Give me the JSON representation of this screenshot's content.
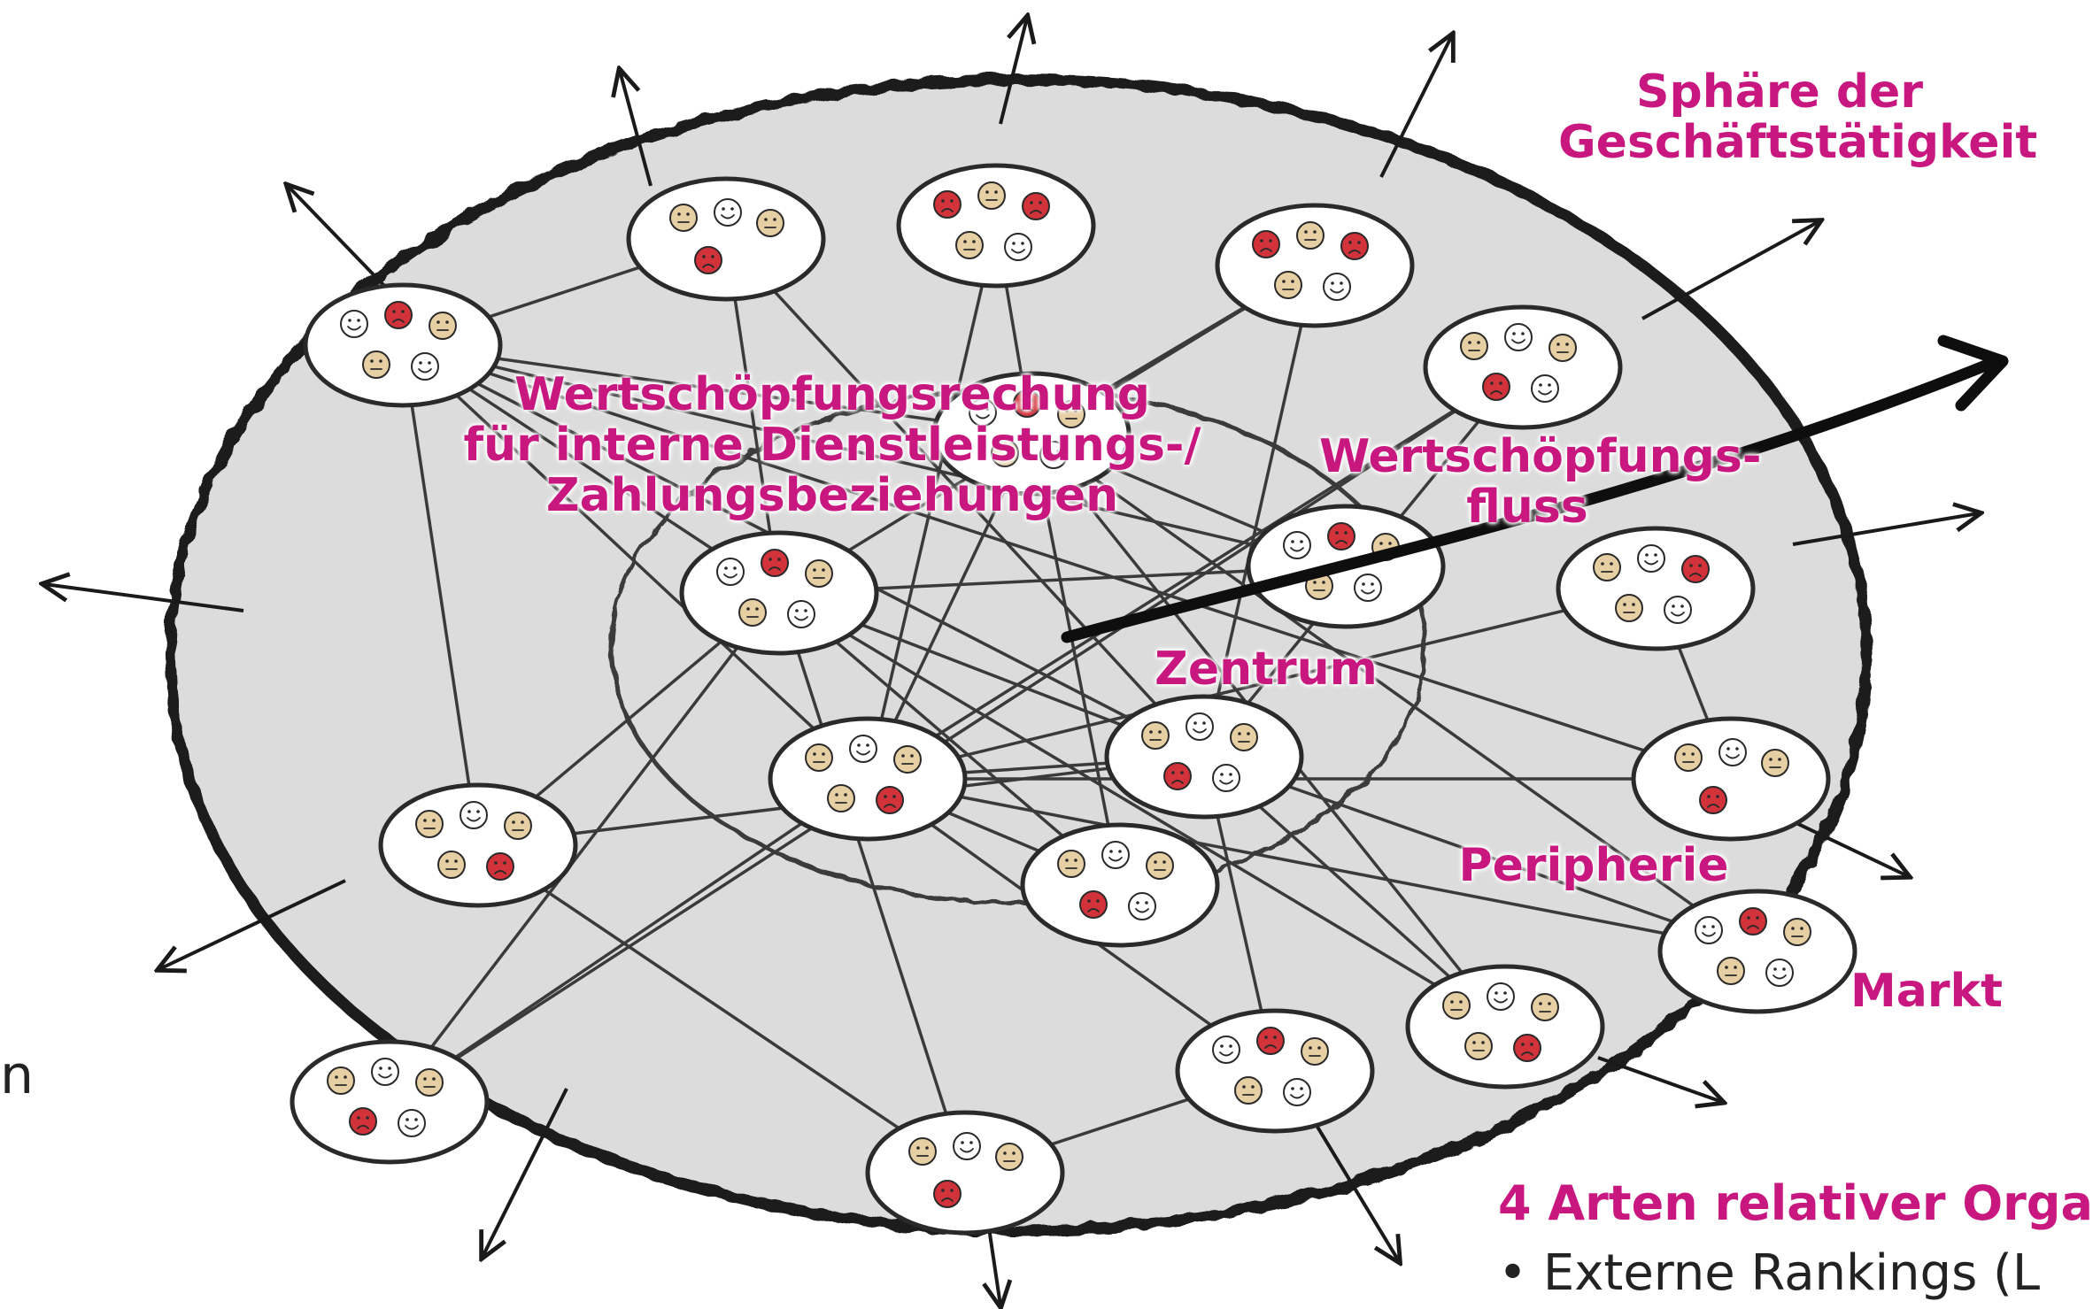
{
  "labels": {
    "sphere_line1": "Sphäre der",
    "sphere_line2": "Geschäftstätigkeit",
    "wsr_line1": "Wertschöpfungsrechung",
    "wsr_line2": "für interne Dienstleistungs-/",
    "wsr_line3": "Zahlungsbeziehungen",
    "flow_line1": "Wertschöpfungs-",
    "flow_line2": "fluss",
    "center": "Zentrum",
    "periphery": "Peripherie",
    "market": "Markt",
    "types_heading": "4 Arten relativer Orga",
    "bullet_1": "• Externe Rankings (L",
    "left_edge_fragment": "n"
  },
  "colors": {
    "accent": "#c8177f",
    "disk_fill": "#dcdcdc",
    "outline": "#1a1a1a",
    "face_tan": "#e7cfa4",
    "face_red": "#d2323a",
    "face_white": "#ffffff"
  },
  "diagram": {
    "groups": [
      {
        "id": "g1",
        "faces": [
          "tan",
          "white",
          "tan",
          "red"
        ]
      },
      {
        "id": "g2",
        "faces": [
          "red",
          "tan",
          "red",
          "tan",
          "white"
        ]
      },
      {
        "id": "g3",
        "faces": [
          "red",
          "tan",
          "red",
          "tan",
          "white"
        ]
      },
      {
        "id": "g4",
        "faces": [
          "white",
          "red",
          "tan",
          "tan",
          "white"
        ]
      },
      {
        "id": "g5",
        "faces": [
          "white",
          "red",
          "tan",
          "tan",
          "white"
        ]
      },
      {
        "id": "g6",
        "faces": [
          "tan",
          "white",
          "tan",
          "red",
          "white"
        ]
      },
      {
        "id": "g7",
        "faces": [
          "white",
          "red",
          "tan",
          "tan",
          "white"
        ]
      },
      {
        "id": "g8",
        "faces": [
          "tan",
          "white",
          "red",
          "tan",
          "white"
        ]
      },
      {
        "id": "g9",
        "faces": [
          "tan",
          "white",
          "tan",
          "red"
        ]
      },
      {
        "id": "g10",
        "faces": [
          "tan",
          "white",
          "tan",
          "red",
          "white"
        ]
      },
      {
        "id": "g11",
        "faces": [
          "white",
          "red",
          "tan",
          "tan",
          "white"
        ]
      },
      {
        "id": "g12",
        "faces": [
          "tan",
          "white",
          "tan",
          "tan",
          "red"
        ]
      },
      {
        "id": "g13",
        "faces": [
          "white",
          "red",
          "tan",
          "tan",
          "white"
        ]
      },
      {
        "id": "g14",
        "faces": [
          "tan",
          "white",
          "tan",
          "tan",
          "red"
        ]
      },
      {
        "id": "g15",
        "faces": [
          "tan",
          "white",
          "tan",
          "red",
          "white"
        ]
      },
      {
        "id": "g16",
        "faces": [
          "white",
          "red",
          "tan",
          "tan",
          "white"
        ]
      },
      {
        "id": "g17",
        "faces": [
          "tan",
          "white",
          "tan",
          "tan",
          "red"
        ]
      },
      {
        "id": "g18",
        "faces": [
          "tan",
          "white",
          "tan",
          "red",
          "white"
        ]
      },
      {
        "id": "g19",
        "faces": [
          "tan",
          "white",
          "tan",
          "red"
        ]
      }
    ],
    "links": [
      [
        "g4",
        "g1"
      ],
      [
        "g4",
        "g7"
      ],
      [
        "g4",
        "g15"
      ],
      [
        "g4",
        "g14"
      ],
      [
        "g4",
        "g17"
      ],
      [
        "g4",
        "g9"
      ],
      [
        "g4",
        "g16"
      ],
      [
        "g4",
        "g5"
      ],
      [
        "g14",
        "g5"
      ],
      [
        "g14",
        "g10"
      ],
      [
        "g14",
        "g18"
      ],
      [
        "g14",
        "g15"
      ],
      [
        "g14",
        "g11"
      ],
      [
        "g14",
        "g8"
      ],
      [
        "g14",
        "g9"
      ],
      [
        "g14",
        "g13"
      ],
      [
        "g5",
        "g12"
      ],
      [
        "g5",
        "g11"
      ],
      [
        "g5",
        "g7"
      ],
      [
        "g5",
        "g3"
      ],
      [
        "g5",
        "g10"
      ],
      [
        "g2",
        "g5"
      ],
      [
        "g2",
        "g14"
      ],
      [
        "g1",
        "g15"
      ],
      [
        "g1",
        "g16"
      ],
      [
        "g15",
        "g16"
      ],
      [
        "g15",
        "g12"
      ],
      [
        "g15",
        "g13"
      ],
      [
        "g15",
        "g11"
      ],
      [
        "g15",
        "g17"
      ],
      [
        "g15",
        "g3"
      ],
      [
        "g16",
        "g7"
      ],
      [
        "g16",
        "g3"
      ],
      [
        "g16",
        "g10"
      ],
      [
        "g16",
        "g18"
      ],
      [
        "g16",
        "g19"
      ],
      [
        "g16",
        "g12"
      ],
      [
        "g17",
        "g19"
      ],
      [
        "g8",
        "g9"
      ],
      [
        "g13",
        "g19"
      ],
      [
        "g6",
        "g15"
      ],
      [
        "g6",
        "g14"
      ],
      [
        "g6",
        "g18"
      ],
      [
        "g17",
        "g16"
      ]
    ]
  }
}
